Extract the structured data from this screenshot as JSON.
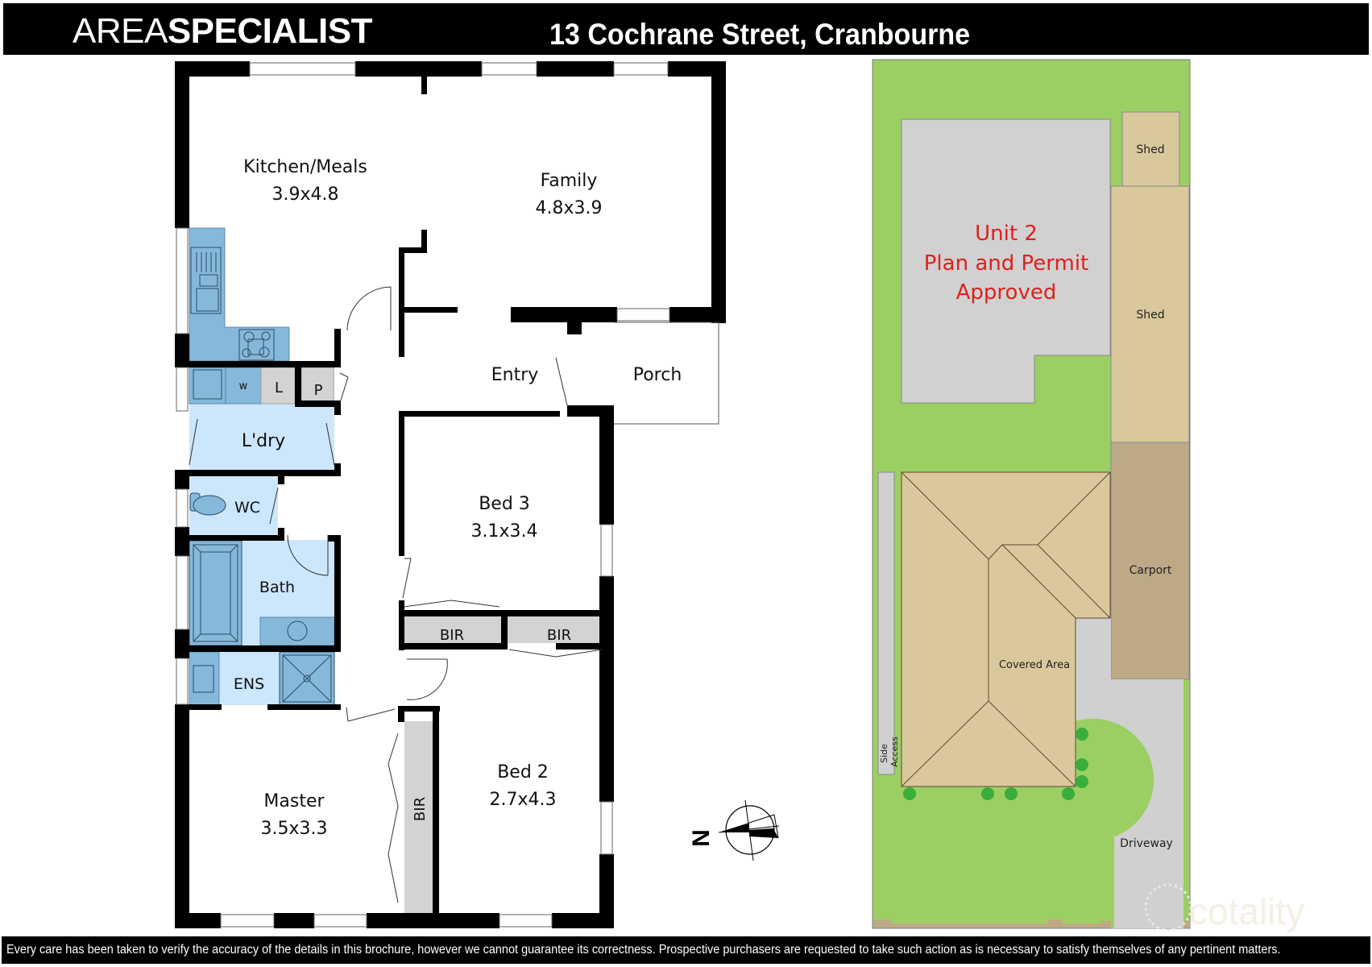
{
  "header": {
    "brand_light": "AREA",
    "brand_bold": "SPECIALIST",
    "address": "13 Cochrane Street, Cranbourne"
  },
  "floorplan": {
    "rooms": {
      "kitchen": {
        "name": "Kitchen/Meals",
        "size": "3.9x4.8"
      },
      "family": {
        "name": "Family",
        "size": "4.8x3.9"
      },
      "entry": {
        "name": "Entry"
      },
      "porch": {
        "name": "Porch"
      },
      "laundry": {
        "name": "L'dry"
      },
      "laundry_w": {
        "name": "w"
      },
      "laundry_l": {
        "name": "L"
      },
      "pantry": {
        "name": "P"
      },
      "wc": {
        "name": "WC"
      },
      "bath": {
        "name": "Bath"
      },
      "ens": {
        "name": "ENS"
      },
      "bed3": {
        "name": "Bed 3",
        "size": "3.1x3.4"
      },
      "bir1": {
        "name": "BIR"
      },
      "bir2": {
        "name": "BIR"
      },
      "bir3": {
        "name": "BIR"
      },
      "bed2": {
        "name": "Bed 2",
        "size": "2.7x4.3"
      },
      "master": {
        "name": "Master",
        "size": "3.5x3.3"
      }
    },
    "compass": {
      "label": "N"
    },
    "colors": {
      "wall": "#000000",
      "wet_area": "#cce6fb",
      "fixture": "#86b8da",
      "storage": "#d3d3d3"
    }
  },
  "siteplan": {
    "unit2": {
      "line1": "Unit 2",
      "line2": "Plan and Permit",
      "line3": "Approved"
    },
    "shed1": "Shed",
    "shed2": "Shed",
    "carport": "Carport",
    "covered_area": "Covered Area",
    "side_access_1": "Side",
    "side_access_2": "Access",
    "driveway": "Driveway",
    "colors": {
      "lawn": "#9bcf63",
      "unit2": "#d1d1d1",
      "unit2_text": "#e0201d",
      "roof": "#d9c89b",
      "carport": "#bea986",
      "driveway": "#d0d0d0",
      "tree": "#3aad3a"
    }
  },
  "watermark": "cotality",
  "footer": {
    "disclaimer": "Every care has been taken to verify the accuracy of the details in this brochure, however we cannot guarantee its correctness. Prospective purchasers are requested to take such action as is necessary to satisfy themselves of any pertinent matters."
  }
}
